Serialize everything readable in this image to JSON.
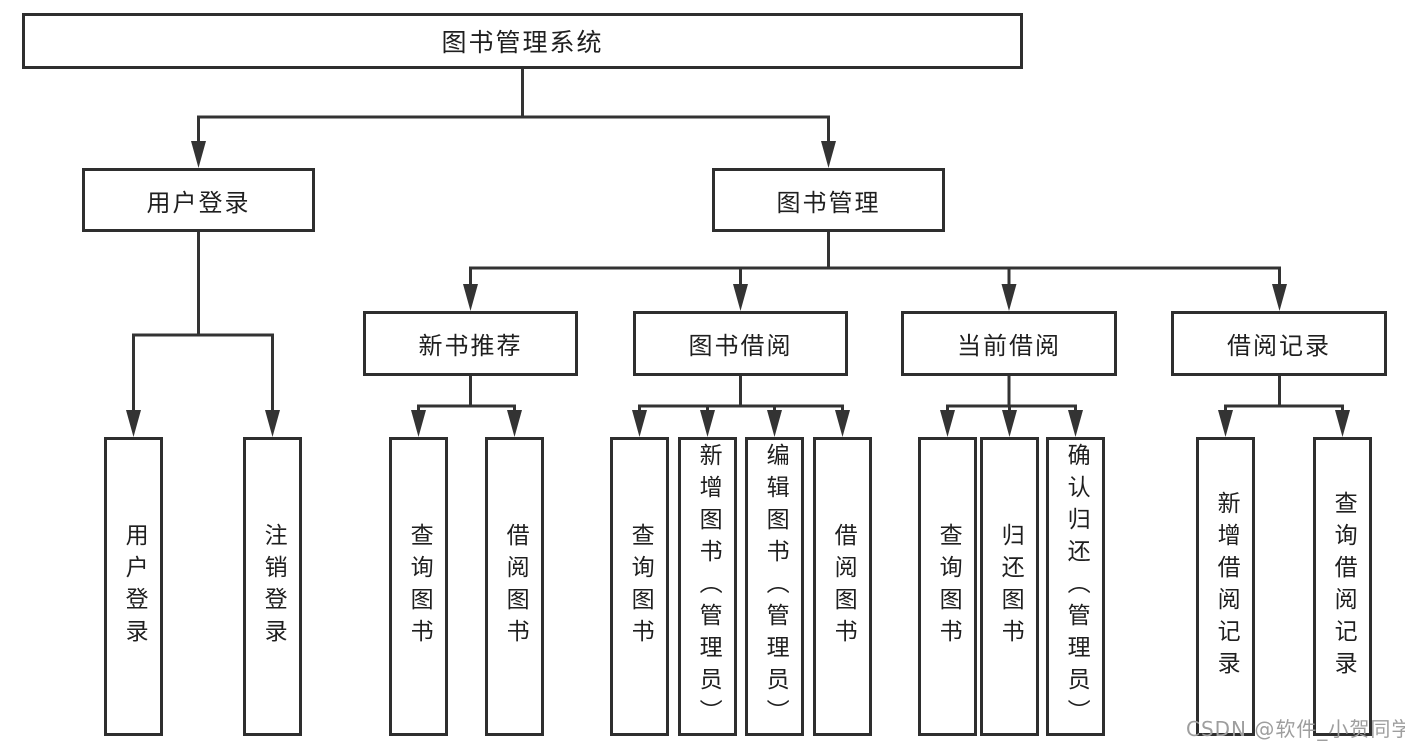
{
  "nodes": {
    "root": "图书管理系统",
    "user_login": "用户登录",
    "book_management": "图书管理",
    "new_book_recommend": "新书推荐",
    "book_borrowing": "图书借阅",
    "current_borrowing": "当前借阅",
    "borrowing_records": "借阅记录",
    "leaf_user_login": "用户登录",
    "leaf_logout": "注销登录",
    "leaf_nb_query_books": "查询图书",
    "leaf_nb_borrow_books": "借阅图书",
    "leaf_bb_query_books": "查询图书",
    "leaf_bb_add_books": "新增图书（管理员）",
    "leaf_bb_edit_books": "编辑图书（管理员）",
    "leaf_bb_borrow_books": "借阅图书",
    "leaf_cb_query_books": "查询图书",
    "leaf_cb_return_books": "归还图书",
    "leaf_cb_confirm_return": "确认归还（管理员）",
    "leaf_br_add_record": "新增借阅记录",
    "leaf_br_query_record": "查询借阅记录"
  },
  "watermark": "CSDN @软件_小贺同学",
  "colors": {
    "line": "#333333",
    "box_border": "#2e2e2e",
    "text": "#1f1f1f",
    "watermark": "#9e9e9e",
    "background": "#ffffff"
  }
}
